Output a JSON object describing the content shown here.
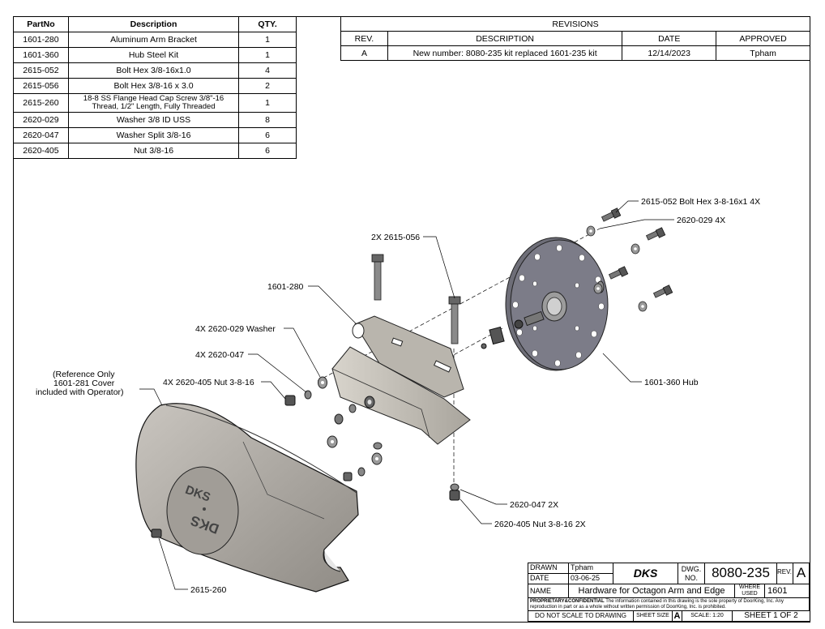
{
  "parts_list": {
    "headers": [
      "PartNo",
      "Description",
      "QTY."
    ],
    "rows": [
      [
        "1601-280",
        "Aluminum Arm Bracket",
        "1"
      ],
      [
        "1601-360",
        "Hub Steel Kit",
        "1"
      ],
      [
        "2615-052",
        "Bolt Hex 3/8-16x1.0",
        "4"
      ],
      [
        "2615-056",
        "Bolt Hex 3/8-16 x 3.0",
        "2"
      ],
      [
        "2615-260",
        "18-8 SS Flange Head Cap Screw 3/8\"-16 Thread, 1/2\" Length, Fully Threaded",
        "1"
      ],
      [
        "2620-029",
        "Washer 3/8 ID USS",
        "8"
      ],
      [
        "2620-047",
        "Washer Split 3/8-16",
        "6"
      ],
      [
        "2620-405",
        "Nut 3/8-16",
        "6"
      ]
    ]
  },
  "revisions": {
    "title": "REVISIONS",
    "headers": [
      "REV.",
      "DESCRIPTION",
      "DATE",
      "APPROVED"
    ],
    "rows": [
      [
        "A",
        "New number: 8080-235 kit replaced 1601-235 kit",
        "12/14/2023",
        "Tpham"
      ]
    ]
  },
  "callouts": {
    "bolt_hex_052": "2615-052 Bolt Hex 3-8-16x1  4X",
    "washer_029_hub": "2620-029  4X",
    "bolt_056": "2X  2615-056",
    "bracket": "1601-280",
    "washer_029": "4X  2620-029 Washer",
    "washer_047": "4X  2620-047",
    "nut_405": "4X  2620-405 Nut 3-8-16",
    "reference_line1": "(Reference Only",
    "reference_line2": "1601-281 Cover",
    "reference_line3": "included with Operator)",
    "hub": "1601-360 Hub",
    "washer_047_2x": "2620-047  2X",
    "nut_405_2x": "2620-405 Nut 3-8-16  2X",
    "screw_260": "2615-260",
    "cover_logo": "DKS"
  },
  "title_block": {
    "drawn_label": "DRAWN",
    "drawn_value": "Tpham",
    "date_label": "DATE",
    "date_value": "03-06-25",
    "logo_text": "DKS",
    "dwg_no_label": "DWG. NO.",
    "dwg_no": "8080-235",
    "rev_label": "REV.",
    "rev_value": "A",
    "name_label": "NAME",
    "name_value": "Hardware for Octagon Arm and Edge",
    "where_used_label": "WHERE USED",
    "where_used_value": "1601",
    "proprietary_title": "PROPRIETARY&CONFIDENTIAL",
    "proprietary_text": "The information contained in this drawing is the sole property of DoorKing, Inc. Any reproduction in part or as a whole without written permission of DoorKing, Inc. is prohibited.",
    "do_not_scale": "DO NOT SCALE TO DRAWING",
    "sheet_size_label": "SHEET SIZE",
    "sheet_size_value": "A",
    "scale": "SCALE: 1:20",
    "sheet": "SHEET 1 OF 2"
  }
}
